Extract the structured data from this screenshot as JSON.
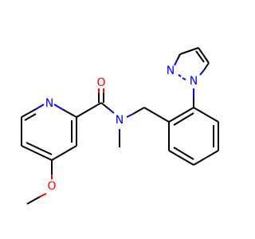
{
  "molecule": {
    "atoms": [
      {
        "id": "n-pyridine",
        "symbol": "N",
        "color": "#0000ff"
      },
      {
        "id": "n-amide",
        "symbol": "N",
        "color": "#0000ff"
      },
      {
        "id": "o-carbonyl",
        "symbol": "O",
        "color": "#ff0000"
      },
      {
        "id": "o-methoxy",
        "symbol": "O",
        "color": "#ff0000"
      },
      {
        "id": "n-pyrazole-2",
        "symbol": "N",
        "color": "#0000ff"
      },
      {
        "id": "n-pyrazole-1",
        "symbol": "N",
        "color": "#0000ff"
      }
    ],
    "colors": {
      "carbon_bond": "#000000",
      "nitrogen": "#0000ff",
      "oxygen": "#ff0000",
      "background": "#ffffff"
    }
  }
}
